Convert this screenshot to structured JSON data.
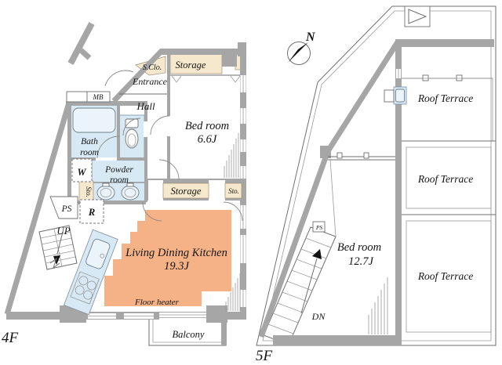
{
  "title": "Floor plan 4F / 5F",
  "colors": {
    "wall_gray": "#a6a6a6",
    "water_blue": "#d7e9f4",
    "closet_beige": "#f6e8cc",
    "floor_heater_orange": "#f4b286",
    "line_gray": "#6f6f6f",
    "text": "#151515"
  },
  "compass": {
    "north_label": "N"
  },
  "floor4": {
    "floor_label": "4F",
    "s_clo": "S.Clo.",
    "storage_top": "Storage",
    "entrance": "Entrance",
    "mb": "MB",
    "hall": "Hall",
    "bedroom_name": "Bed room",
    "bedroom_size": "6.6J",
    "bath_line1": "Bath",
    "bath_line2": "room",
    "washer": "W",
    "powder_line1": "Powder",
    "powder_line2": "room",
    "sto_left": "Sto.",
    "ps": "PS",
    "refrigerator": "R",
    "up": "UP",
    "storage_bottom": "Storage",
    "sto_right": "Sto.",
    "ldk_name": "Living Dining Kitchen",
    "ldk_size": "19.3J",
    "floor_heater": "Floor heater",
    "balcony": "Balcony"
  },
  "floor5": {
    "floor_label": "5F",
    "bedroom_name": "Bed room",
    "bedroom_size": "12.7J",
    "ps": "PS",
    "dn": "DN",
    "roof_terrace_1": "Roof Terrace",
    "roof_terrace_2": "Roof Terrace",
    "roof_terrace_3": "Roof Terrace"
  }
}
